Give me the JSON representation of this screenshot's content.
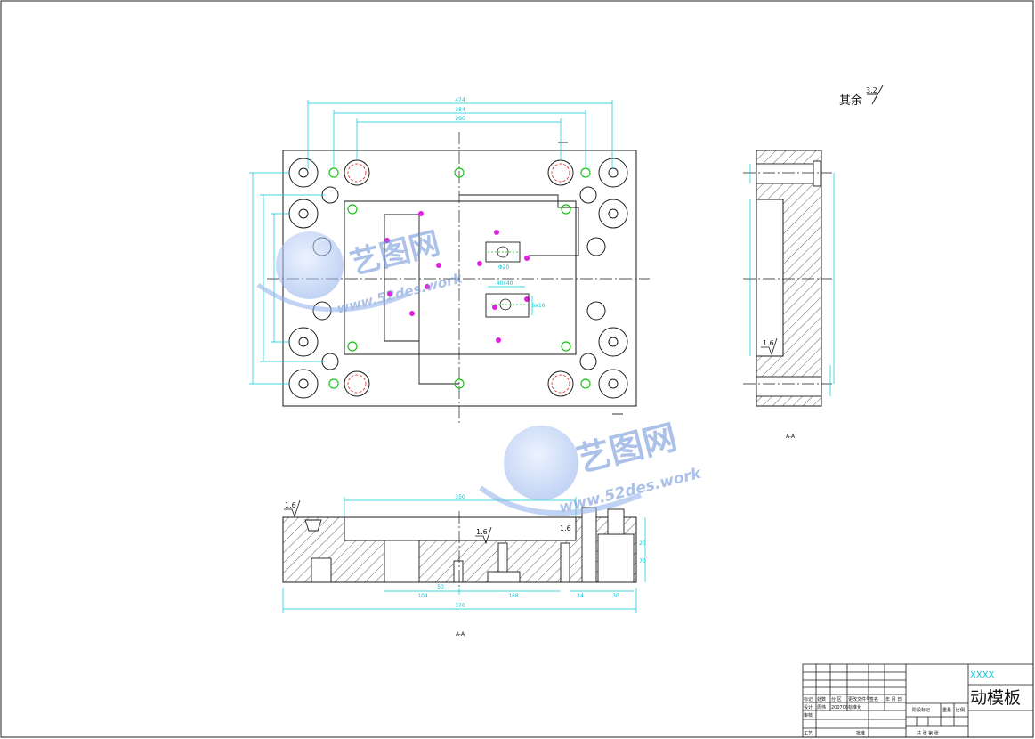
{
  "drawing": {
    "note_other": "其余",
    "roughness_other": "3.2",
    "roughness_local": "1.6",
    "section_marker": "A-A"
  },
  "dimensions": {
    "top_width_overall": "474",
    "top_width_mid": "384",
    "top_width_inner": "286",
    "bottom_total": "370",
    "bottom_350": "350",
    "bottom_168": "168",
    "bottom_104": "104",
    "bottom_50": "50",
    "bottom_24": "24",
    "bottom_30": "30",
    "bottom_20": "20",
    "bottom_70": "70",
    "callout_phi20": "Φ20",
    "callout_40x40": "40x40",
    "callout_6x16": "6x16"
  },
  "watermark": {
    "cn": "艺图网",
    "en": "www.52des.work"
  },
  "title_block": {
    "project": "XXXX",
    "part_name": "动模板",
    "header_cells": [
      "标记",
      "处数",
      "分 区",
      "更改文件号",
      "签名",
      "年 月 日"
    ],
    "row_design": "设计",
    "row_design_name": "周伟",
    "row_date": "200706",
    "row_std": "标准化",
    "row_check": "审核",
    "row_process": "工艺",
    "row_approve": "批准",
    "stage_label": "阶段标记",
    "weight_label": "重量",
    "scale_label": "比例",
    "sheet_label": "共 张 第 张"
  },
  "colors": {
    "line": "#1a1a1a",
    "dimension": "#00c8d8",
    "green_hole": "#19c419",
    "red_hole": "#e02020",
    "magenta_hole": "#e020e0",
    "hatch": "#222222"
  }
}
